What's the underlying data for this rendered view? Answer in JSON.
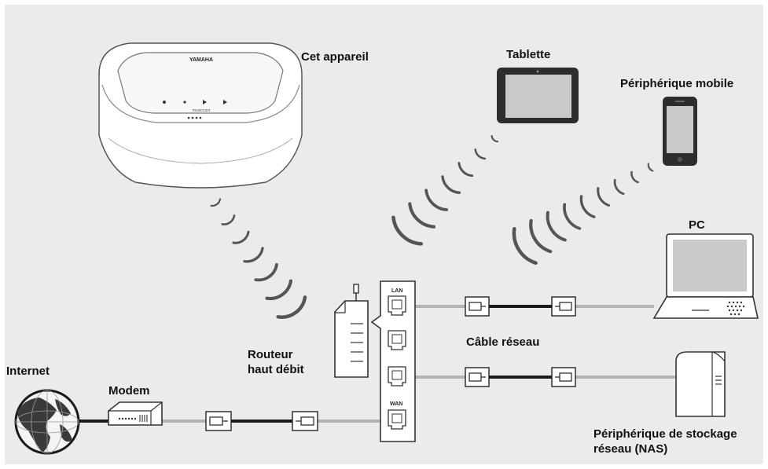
{
  "labels": {
    "device": "Cet appareil",
    "tablet": "Tablette",
    "mobile": "Périphérique mobile",
    "pc": "PC",
    "router_line1": "Routeur",
    "router_line2": "haut débit",
    "cable": "Câble réseau",
    "internet": "Internet",
    "modem": "Modem",
    "nas_line1": "Périphérique de stockage",
    "nas_line2": "réseau (NAS)"
  },
  "ports": {
    "lan": "LAN",
    "wan": "WAN"
  },
  "speaker": {
    "brand": "YAMAHA",
    "model": "musiccast"
  },
  "colors": {
    "background": "#ebebeb",
    "wave": "#555555",
    "cable_gray": "#b4b4b4",
    "cable_dark": "#1a1a1a",
    "screen": "#c9c9c9"
  }
}
